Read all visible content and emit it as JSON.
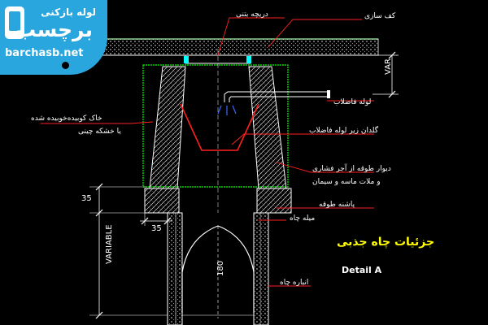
{
  "brand": {
    "line1": "لوله بازکنی",
    "line2": "برچسب",
    "site": "barchasb.net"
  },
  "labels": {
    "kaf_sazi": "کف سازی",
    "daricheh": "دریچه بتنی",
    "khak": "خاک کوبیده‌خوبیده شده",
    "khak2": "یا خشکه چینی",
    "loleh_fazelab": "لوله فاضلاب",
    "goldan": "گلدان زیر لوله فاضلاب",
    "divar1": "دیوار طوقه از آجر فشاری",
    "divar2": "و ملات ماسه و سیمان",
    "pashneh": "پاشنه طوقه",
    "mileh": "میله چاه",
    "anbareh": "انباره چاه",
    "var": "VAR.",
    "variable": "VARIABLE",
    "dim_35_v": "35",
    "dim_35_h": "35",
    "dim_180": "180"
  },
  "title": {
    "fa": "جزئیات چاه جذبی",
    "en": "Detail A"
  },
  "colors": {
    "background": "#000000",
    "hatch": "#00ff00",
    "outline": "#ffffff",
    "leader": "#ff0000",
    "title": "#ffff00",
    "fixture": "#00ffff",
    "badge": "#2aa6df"
  }
}
